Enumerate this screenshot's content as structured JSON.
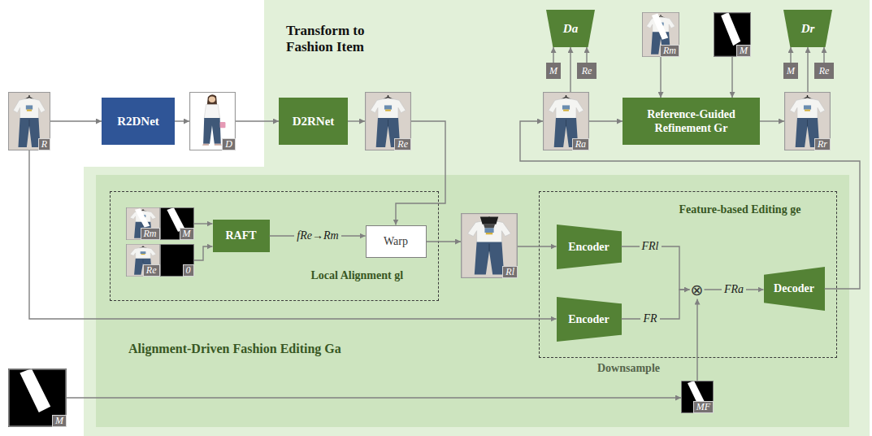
{
  "diagram": {
    "nodes": [
      {
        "text": [
          "Transform to Fashion Item"
        ]
      },
      {
        "text": [
          "R"
        ]
      },
      {
        "text": [
          "R2DNet"
        ]
      },
      {
        "text": [
          "D"
        ]
      },
      {
        "text": [
          "D2RNet"
        ],
        "in": 0
      },
      {
        "text": [
          "Re"
        ],
        "in": 0
      },
      {
        "text": [
          "Da"
        ],
        "in": 0
      },
      {
        "text": [
          "M"
        ],
        "in": 0
      },
      {
        "text": [
          "Re"
        ],
        "in": 0
      },
      {
        "text": [
          "Rm"
        ],
        "in": 0
      },
      {
        "text": [
          "M"
        ],
        "in": 0
      },
      {
        "text": [
          "Dr"
        ],
        "in": 0
      },
      {
        "text": [
          "M"
        ],
        "in": 0
      },
      {
        "text": [
          "Re"
        ],
        "in": 0
      },
      {
        "text": [
          "Ra"
        ],
        "in": 0
      },
      {
        "text": [
          "Reference-Guided Refinement Gr"
        ],
        "in": 0
      },
      {
        "text": [
          "Rr"
        ],
        "in": 0
      },
      {
        "text": [
          "Alignment-Driven Fashion Editing Ga"
        ],
        "in": 0
      },
      {
        "text": [
          "Local Alignment gl"
        ],
        "in": 17
      },
      {
        "text": [
          "Rm"
        ],
        "in": 18
      },
      {
        "text": [
          "M"
        ],
        "in": 18
      },
      {
        "text": [
          "RAFT"
        ],
        "in": 18
      },
      {
        "text": [
          "Re"
        ],
        "in": 18
      },
      {
        "text": [
          "0"
        ],
        "in": 18
      },
      {
        "text": [
          "Warp"
        ],
        "in": 18
      },
      {
        "text": [
          "Rl"
        ],
        "in": 17
      },
      {
        "text": [
          "Feature-based Editing ge"
        ],
        "in": 17
      },
      {
        "text": [
          "Encoder"
        ],
        "in": 26
      },
      {
        "text": [
          "Encoder"
        ],
        "in": 26
      },
      {
        "text": [
          "⊗"
        ],
        "in": 26
      },
      {
        "text": [
          "Decoder"
        ],
        "in": 26
      },
      {
        "text": [
          "MF"
        ],
        "in": 17
      },
      {
        "text": [
          "M"
        ]
      }
    ],
    "edges": [
      {
        "from": 1,
        "to": 2,
        "arrow": "to"
      },
      {
        "from": 2,
        "to": 3,
        "arrow": "to"
      },
      {
        "from": 3,
        "to": 4,
        "arrow": "to"
      },
      {
        "from": 4,
        "to": 5,
        "arrow": "to"
      },
      {
        "from": 5,
        "to": 24,
        "arrow": "to"
      },
      {
        "from": 1,
        "to": 28,
        "arrow": "to"
      },
      {
        "from": 20,
        "to": 21,
        "arrow": "to"
      },
      {
        "from": 23,
        "to": 21,
        "arrow": "to"
      },
      {
        "from": 21,
        "to": 24,
        "label": "fRe→Rm",
        "arrow": "to"
      },
      {
        "from": 24,
        "to": 25,
        "arrow": "to"
      },
      {
        "from": 25,
        "to": 27,
        "arrow": "to"
      },
      {
        "from": 27,
        "to": 29,
        "label": "FRl",
        "arrow": "to"
      },
      {
        "from": 28,
        "to": 29,
        "label": "FR",
        "arrow": "to"
      },
      {
        "from": 32,
        "to": 31,
        "arrow": "to"
      },
      {
        "from": 31,
        "to": 29,
        "arrow": "to"
      },
      {
        "from": 29,
        "to": 30,
        "label": "FRa",
        "arrow": "to"
      },
      {
        "from": 30,
        "to": 14,
        "arrow": "to"
      },
      {
        "from": 14,
        "to": 15,
        "arrow": "to"
      },
      {
        "from": 15,
        "to": 16,
        "arrow": "to"
      },
      {
        "from": 9,
        "to": 15,
        "arrow": "to"
      },
      {
        "from": 10,
        "to": 15,
        "arrow": "to"
      },
      {
        "from": 14,
        "to": 6,
        "arrow": "to"
      },
      {
        "from": 7,
        "to": 6,
        "arrow": "to"
      },
      {
        "from": 8,
        "to": 6,
        "arrow": "to"
      },
      {
        "from": 16,
        "to": 11,
        "arrow": "to"
      },
      {
        "from": 12,
        "to": 11,
        "arrow": "to"
      },
      {
        "from": 13,
        "to": 11,
        "arrow": "to"
      }
    ],
    "labels": [
      "Downsample"
    ]
  }
}
